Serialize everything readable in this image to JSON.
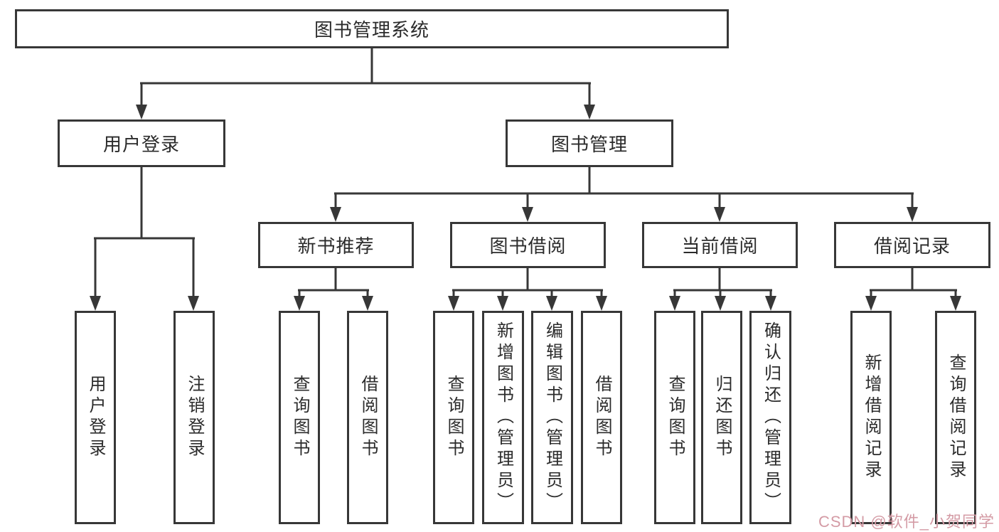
{
  "diagram": {
    "line_color": "#373737",
    "root": {
      "label": "图书管理系统"
    },
    "level2": {
      "user_login": {
        "label": "用户登录"
      },
      "book_mgmt": {
        "label": "图书管理"
      }
    },
    "level3": {
      "new_books": {
        "label": "新书推荐"
      },
      "book_borrowing": {
        "label": "图书借阅"
      },
      "current_borrow": {
        "label": "当前借阅"
      },
      "borrow_records": {
        "label": "借阅记录"
      }
    },
    "leaves": {
      "user_login": "用户登录",
      "user_logout": "注销登录",
      "newbooks_query": "查询图书",
      "newbooks_borrow": "借阅图书",
      "borrow_query": "查询图书",
      "borrow_add": "新增图书（管理员）",
      "borrow_edit": "编辑图书（管理员）",
      "borrow_borrow": "借阅图书",
      "current_query": "查询图书",
      "current_return": "归还图书",
      "current_confirm": "确认归还（管理员）",
      "records_add": "新增借阅记录",
      "records_query": "查询借阅记录"
    }
  },
  "watermark": {
    "text": "CSDN @软件_小贺同学",
    "color": "#d49ba5"
  }
}
